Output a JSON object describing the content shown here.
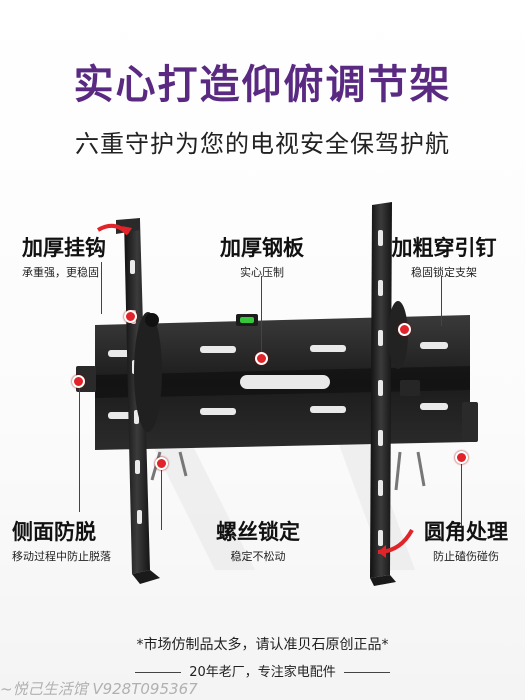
{
  "heading": {
    "title": "实心打造仰俯调节架",
    "subtitle": "六重守护为您的电视安全保驾护航"
  },
  "features": {
    "hook": {
      "title": "加厚挂钩",
      "desc": "承重强，更稳固"
    },
    "plate": {
      "title": "加厚钢板",
      "desc": "实心压制"
    },
    "bolt": {
      "title": "加粗穿引钉",
      "desc": "稳固锁定支架"
    },
    "side": {
      "title": "侧面防脱",
      "desc": "移动过程中防止脱落"
    },
    "screw": {
      "title": "螺丝锁定",
      "desc": "稳定不松动"
    },
    "corner": {
      "title": "圆角处理",
      "desc": "防止磕伤碰伤"
    }
  },
  "footer": {
    "notice": "*市场仿制品太多，请认准贝石原创正品*",
    "slogan": "20年老厂，专注家电配件"
  },
  "watermark": "~悦己生活馆 V928T095367",
  "colors": {
    "title": "#5a2a82",
    "accent": "#e0242a",
    "metal": "#1f1f1f"
  }
}
